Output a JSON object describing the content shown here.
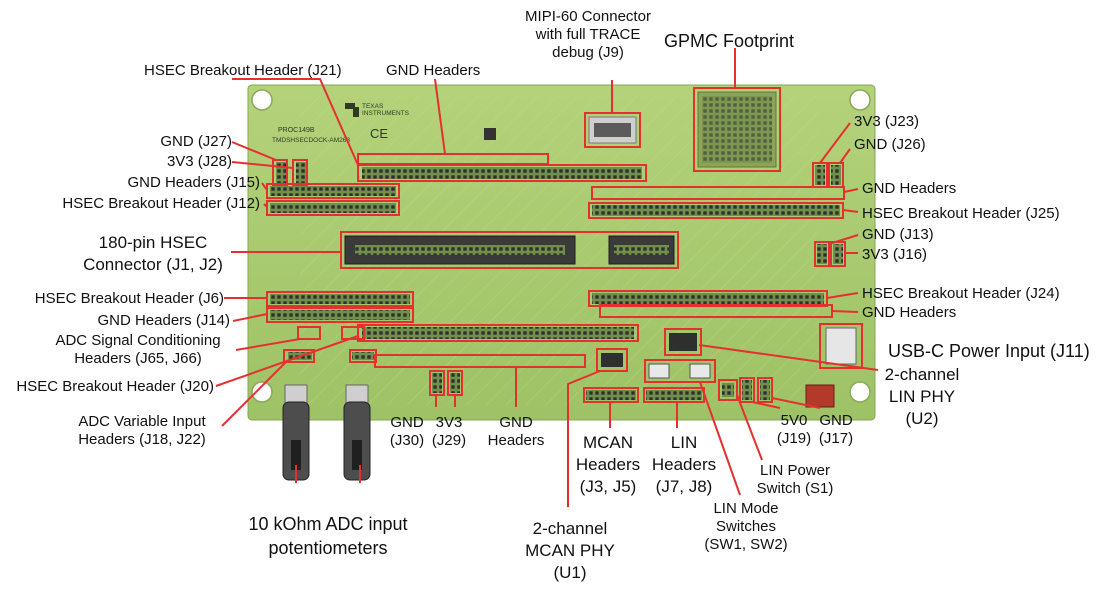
{
  "colors": {
    "board": "#a9c96e",
    "board_dark": "#8fb255",
    "callout": "#e53030",
    "header_pin": "#3b3b3b"
  },
  "labels": {
    "mipi": [
      "MIPI-60 Connector",
      "with full TRACE",
      "debug (J9)"
    ],
    "gpmc": "GPMC Footprint",
    "hsec_j21": "HSEC Breakout Header (J21)",
    "gnd_headers_top": "GND Headers",
    "gnd_j27": "GND (J27)",
    "v3_j28": "3V3 (J28)",
    "gnd_j15": "GND Headers (J15)",
    "hsec_j12": "HSEC Breakout Header (J12)",
    "hsec_conn": [
      "180-pin HSEC",
      "Connector (J1, J2)"
    ],
    "hsec_j6": "HSEC Breakout Header (J6)",
    "gnd_j14": "GND Headers (J14)",
    "adc_cond": [
      "ADC Signal Conditioning",
      "Headers (J65, J66)"
    ],
    "hsec_j20": "HSEC Breakout Header (J20)",
    "adc_var": [
      "ADC Variable Input",
      "Headers (J18, J22)"
    ],
    "pots": [
      "10 kOhm ADC input",
      "potentiometers"
    ],
    "gnd_j30": [
      "GND",
      "(J30)"
    ],
    "v3_j29": [
      "3V3",
      "(J29)"
    ],
    "gnd_headers_bottom": [
      "GND",
      "Headers"
    ],
    "mcan_headers": [
      "MCAN",
      "Headers",
      "(J3, J5)"
    ],
    "lin_headers": [
      "LIN",
      "Headers",
      "(J7, J8)"
    ],
    "mcan_phy": [
      "2-channel",
      "MCAN PHY",
      "(U1)"
    ],
    "lin_mode": [
      "LIN Mode",
      "Switches",
      "(SW1, SW2)"
    ],
    "lin_power": [
      "LIN Power",
      "Switch (S1)"
    ],
    "v5_j19": [
      "5V0",
      "(J19)"
    ],
    "gnd_j17": [
      "GND",
      "(J17)"
    ],
    "lin_phy": [
      "2-channel",
      "LIN PHY",
      "(U2)"
    ],
    "usbc": "USB-C Power Input (J11)",
    "gnd_headers_right": "GND Headers",
    "hsec_j24": "HSEC Breakout Header (J24)",
    "v3_j16": "3V3 (J16)",
    "gnd_j13": "GND (J13)",
    "hsec_j25": "HSEC Breakout Header (J25)",
    "gnd_headers_mid": "GND Headers",
    "gnd_j26": "GND (J26)",
    "v3_j23": "3V3 (J23)"
  },
  "silk": {
    "brand_line1": "TEXAS",
    "brand_line2": "INSTRUMENTS",
    "board_id": "PROC149B",
    "board_name": "TMDSHSECDOCK-AM263",
    "ce": "CE"
  }
}
